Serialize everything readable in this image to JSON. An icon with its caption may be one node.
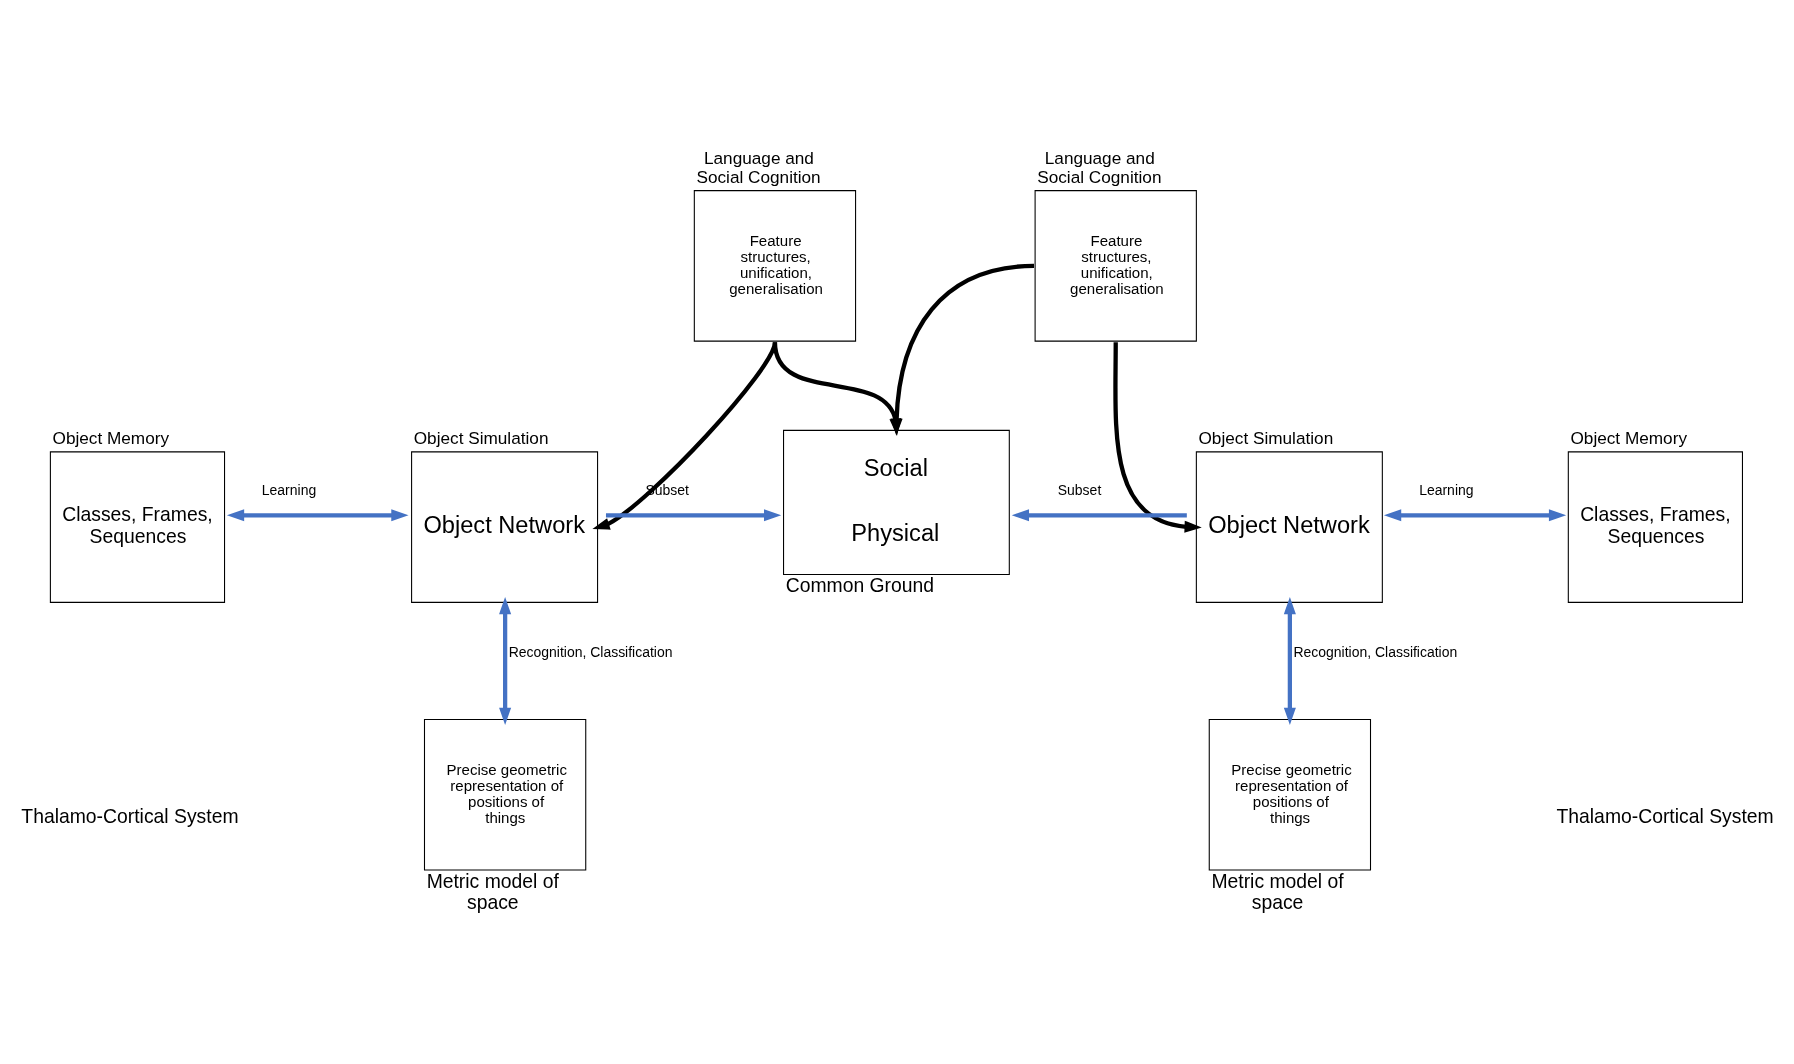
{
  "diagram": {
    "nodes": [
      {
        "text": [
          "Language and Social Cognition",
          "Feature structures, unification, generalisation"
        ]
      },
      {
        "text": [
          "Language and Social Cognition",
          "Feature structures, unification, generalisation"
        ]
      },
      {
        "text": [
          "Object Simulation",
          "Object Network"
        ]
      },
      {
        "text": [
          "Object Memory",
          "Classes, Frames, Sequences"
        ]
      },
      {
        "text": [
          "Social",
          "Physical"
        ],
        "beside": [
          "Common Ground"
        ]
      },
      {
        "text": [
          "Object Simulation",
          "Object Network"
        ]
      },
      {
        "text": [
          "Object Memory",
          "Classes, Frames, Sequences"
        ]
      },
      {
        "text": [
          "Precise geometric representation of positions of things"
        ],
        "beside": [
          "Metric model of space"
        ]
      },
      {
        "text": [
          "Precise geometric representation of positions of things"
        ],
        "beside": [
          "Metric model of space"
        ]
      }
    ],
    "edges": [
      {
        "from": 0,
        "to": 2,
        "arrow": "to",
        "color": "#000000"
      },
      {
        "from": 0,
        "to": 4,
        "arrow": "to",
        "color": "#000000"
      },
      {
        "from": 1,
        "to": 4,
        "arrow": "to",
        "color": "#000000"
      },
      {
        "from": 1,
        "to": 5,
        "arrow": "to",
        "color": "#000000"
      },
      {
        "from": 3,
        "to": 2,
        "arrow": "both",
        "label": "Learning"
      },
      {
        "from": 2,
        "to": 4,
        "arrow": "to",
        "label": "Subset"
      },
      {
        "from": 5,
        "to": 4,
        "arrow": "to",
        "label": "Subset"
      },
      {
        "from": 5,
        "to": 6,
        "arrow": "both",
        "label": "Learning"
      },
      {
        "from": 2,
        "to": 7,
        "arrow": "both",
        "label": "Recognition, Classification"
      },
      {
        "from": 5,
        "to": 8,
        "arrow": "both",
        "label": "Recognition, Classification"
      }
    ],
    "labels": [
      "Thalamo-Cortical System",
      "Thalamo-Cortical System"
    ]
  }
}
